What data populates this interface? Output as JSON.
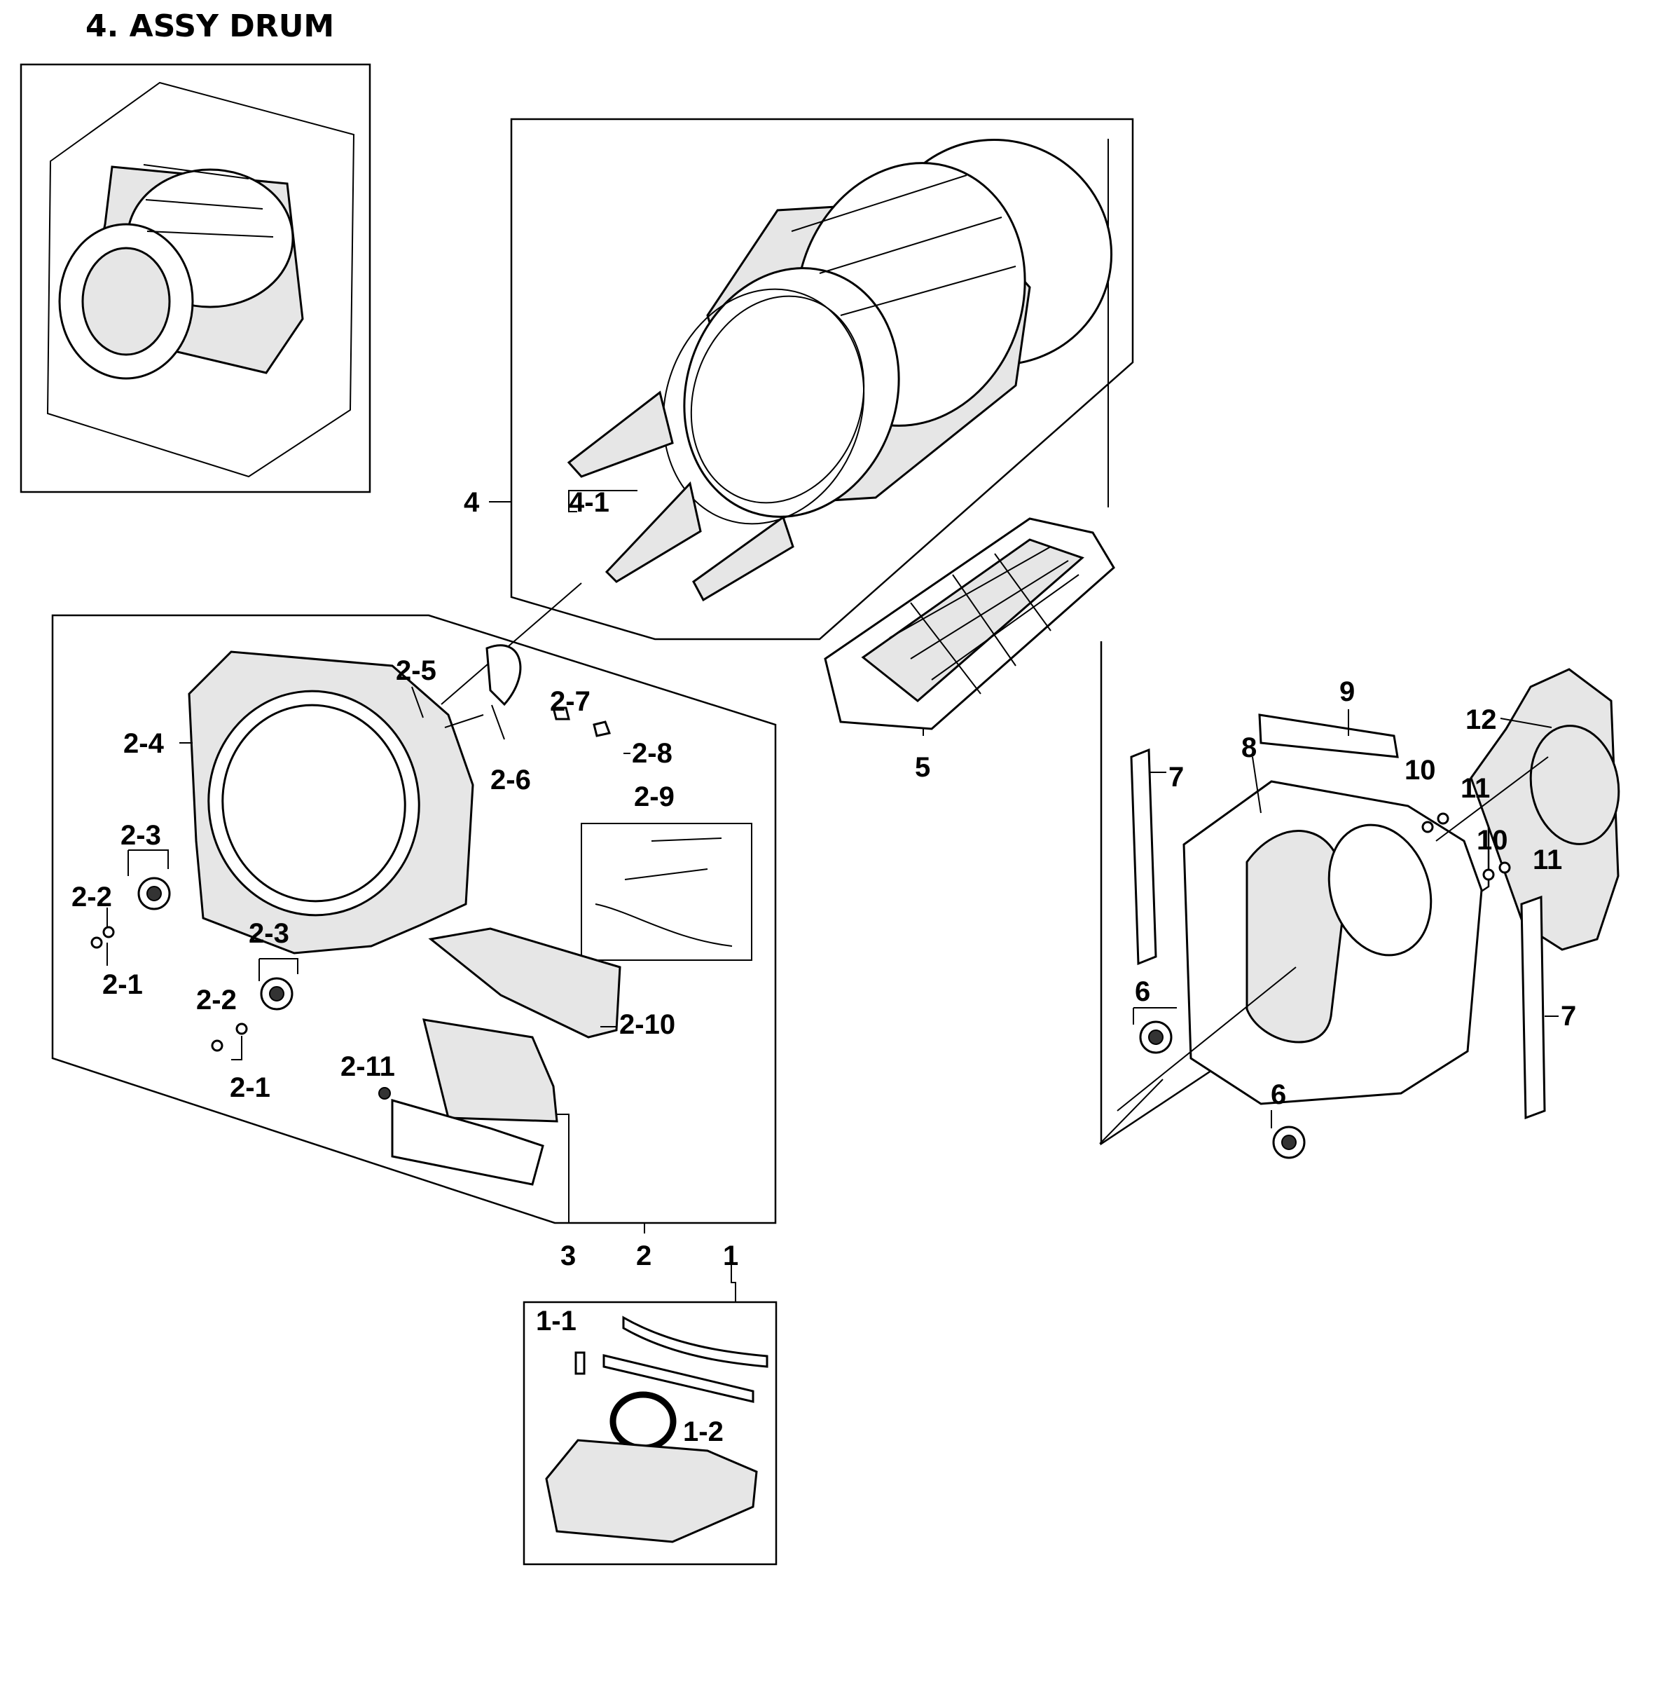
{
  "title": "4. ASSY DRUM",
  "callouts": {
    "c4": "4",
    "c4_1": "4-1",
    "c5": "5",
    "c2_5": "2-5",
    "c2_7": "2-7",
    "c2_8": "2-8",
    "c2_4": "2-4",
    "c2_6": "2-6",
    "c2_9": "2-9",
    "c2_3a": "2-3",
    "c2_2a": "2-2",
    "c2_1a": "2-1",
    "c2_3b": "2-3",
    "c2_2b": "2-2",
    "c2_1b": "2-1",
    "c2_10": "2-10",
    "c2_11": "2-11",
    "c3": "3",
    "c2": "2",
    "c1": "1",
    "c1_1": "1-1",
    "c1_2": "1-2",
    "c9": "9",
    "c12": "12",
    "c7a": "7",
    "c8": "8",
    "c10a": "10",
    "c11a": "11",
    "c10b": "10",
    "c11b": "11",
    "c6a": "6",
    "c7b": "7",
    "c6b": "6"
  }
}
